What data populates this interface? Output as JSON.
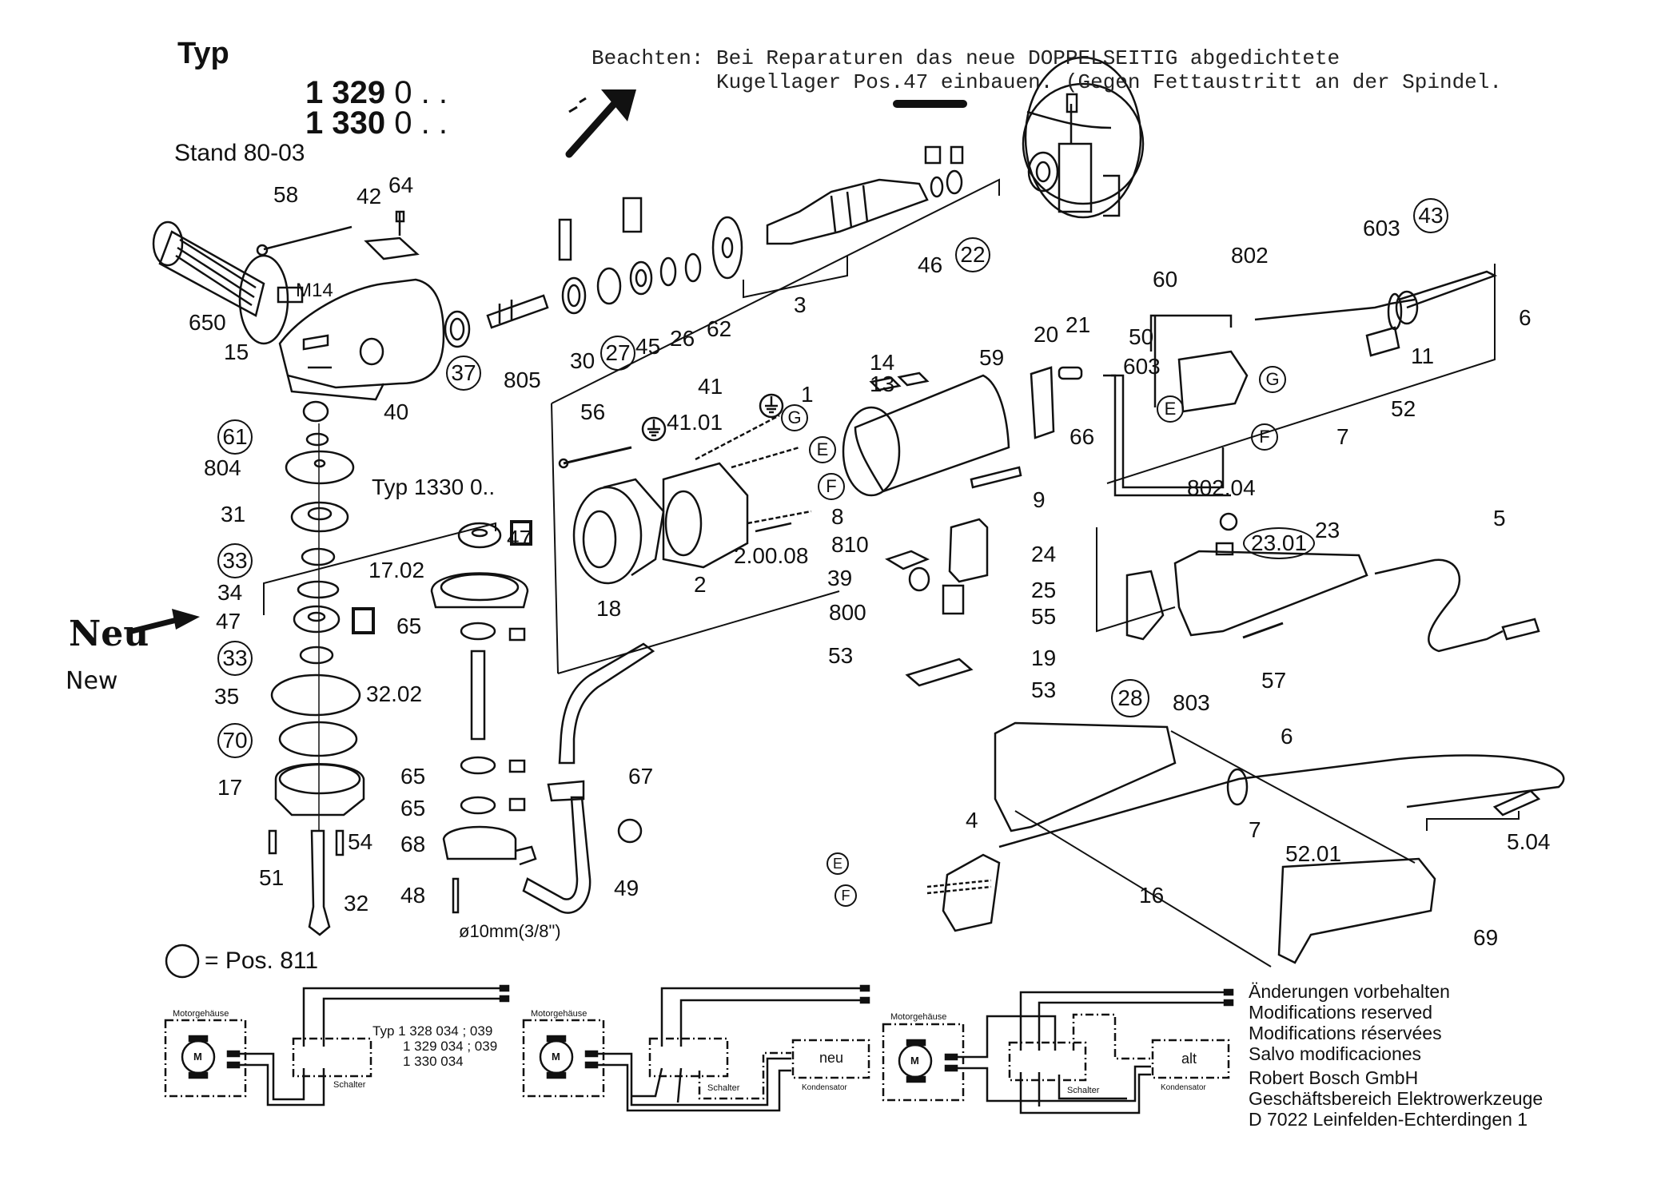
{
  "header": {
    "typ_label": "Typ",
    "type_numbers": [
      {
        "bold": "1 329",
        "rest": "0 . ."
      },
      {
        "bold": "1 330",
        "rest": "0 . ."
      }
    ],
    "stand": "Stand 80-03"
  },
  "note": {
    "line1": "Beachten: Bei Reparaturen das neue DOPPELSEITIG abgedichtete",
    "line2": "          Kugellager Pos.47 einbauen. (Gegen Fettaustritt an der Spindel."
  },
  "handwritten": {
    "neu": "Neu",
    "new": "New"
  },
  "sub_type_label": "Typ  1330 0..",
  "legend": {
    "symbol": "circle",
    "text": "= Pos. 811"
  },
  "hose_note": "ø10mm(3/8\")",
  "thread_label": "M14",
  "parts": [
    {
      "id": "58"
    },
    {
      "id": "42"
    },
    {
      "id": "64"
    },
    {
      "id": "650"
    },
    {
      "id": "15"
    },
    {
      "id": "37",
      "circled": true
    },
    {
      "id": "805"
    },
    {
      "id": "30"
    },
    {
      "id": "27",
      "circled": true
    },
    {
      "id": "45"
    },
    {
      "id": "26"
    },
    {
      "id": "62"
    },
    {
      "id": "3"
    },
    {
      "id": "46"
    },
    {
      "id": "22",
      "circled": true
    },
    {
      "id": "40"
    },
    {
      "id": "61",
      "circled": true
    },
    {
      "id": "804"
    },
    {
      "id": "31"
    },
    {
      "id": "33",
      "circled": true
    },
    {
      "id": "34"
    },
    {
      "id": "47"
    },
    {
      "id": "35"
    },
    {
      "id": "70",
      "circled": true
    },
    {
      "id": "17"
    },
    {
      "id": "51"
    },
    {
      "id": "54"
    },
    {
      "id": "32"
    },
    {
      "id": "17.02"
    },
    {
      "id": "65"
    },
    {
      "id": "32.02"
    },
    {
      "id": "68"
    },
    {
      "id": "48"
    },
    {
      "id": "67"
    },
    {
      "id": "49"
    },
    {
      "id": "56"
    },
    {
      "id": "41"
    },
    {
      "id": "41.01"
    },
    {
      "id": "18"
    },
    {
      "id": "2"
    },
    {
      "id": "2.00.08"
    },
    {
      "id": "1"
    },
    {
      "id": "13"
    },
    {
      "id": "14"
    },
    {
      "id": "59"
    },
    {
      "id": "9"
    },
    {
      "id": "8"
    },
    {
      "id": "810"
    },
    {
      "id": "24"
    },
    {
      "id": "39"
    },
    {
      "id": "25"
    },
    {
      "id": "800"
    },
    {
      "id": "55"
    },
    {
      "id": "53"
    },
    {
      "id": "19"
    },
    {
      "id": "20"
    },
    {
      "id": "21"
    },
    {
      "id": "66"
    },
    {
      "id": "603"
    },
    {
      "id": "50"
    },
    {
      "id": "60"
    },
    {
      "id": "802"
    },
    {
      "id": "43",
      "circled": true
    },
    {
      "id": "6"
    },
    {
      "id": "11"
    },
    {
      "id": "52"
    },
    {
      "id": "7"
    },
    {
      "id": "802.04"
    },
    {
      "id": "23"
    },
    {
      "id": "23.01",
      "circled": true
    },
    {
      "id": "5"
    },
    {
      "id": "28",
      "circled": true
    },
    {
      "id": "803"
    },
    {
      "id": "57"
    },
    {
      "id": "4"
    },
    {
      "id": "16"
    },
    {
      "id": "52.01"
    },
    {
      "id": "5.04"
    },
    {
      "id": "69"
    }
  ],
  "connectors": [
    "G",
    "E",
    "F"
  ],
  "labels": {
    "p58": "58",
    "p42": "42",
    "p64": "64",
    "p650": "650",
    "p15": "15",
    "p37": "37",
    "p805": "805",
    "p30": "30",
    "p27": "27",
    "p45": "45",
    "p26": "26",
    "p62": "62",
    "p3": "3",
    "p46": "46",
    "p22": "22",
    "p40": "40",
    "p61": "61",
    "p804": "804",
    "p31": "31",
    "p33": "33",
    "p34": "34",
    "p47": "47",
    "p35": "35",
    "p70": "70",
    "p17": "17",
    "p51": "51",
    "p54": "54",
    "p32": "32",
    "p1702": "17.02",
    "p65": "65",
    "p3202": "32.02",
    "p68": "68",
    "p48": "48",
    "p67": "67",
    "p49": "49",
    "p56": "56",
    "p41": "41",
    "p4101": "41.01",
    "p18": "18",
    "p2": "2",
    "p20008": "2.00.08",
    "p1": "1",
    "p13": "13",
    "p14": "14",
    "p59": "59",
    "p9": "9",
    "p8": "8",
    "p810": "810",
    "p24": "24",
    "p39": "39",
    "p25": "25",
    "p800": "800",
    "p55": "55",
    "p53": "53",
    "p19": "19",
    "p20": "20",
    "p21": "21",
    "p66": "66",
    "p603": "603",
    "p50": "50",
    "p60": "60",
    "p802": "802",
    "p43": "43",
    "p6": "6",
    "p11": "11",
    "p52": "52",
    "p7": "7",
    "p80204": "802.04",
    "p23": "23",
    "p2301": "23.01",
    "p5": "5",
    "p28": "28",
    "p803": "803",
    "p57": "57",
    "p4": "4",
    "p16": "16",
    "p5201": "52.01",
    "p504": "5.04",
    "p69": "69",
    "cG": "G",
    "cE": "E",
    "cF": "F"
  },
  "wiring": {
    "motor_housing": "Motorgehäuse",
    "motor_symbol": "M",
    "switch": "Schalter",
    "capacitor": "Kondensator",
    "diagram1_types": [
      "Typ 1 328 034 ; 039",
      "1 329 034 ; 039",
      "1 330 034"
    ],
    "diagram2_capacitor_label": "neu",
    "diagram3_capacitor_label": "alt"
  },
  "footer": {
    "lines": [
      "Änderungen vorbehalten",
      "Modifications reserved",
      "Modifications réservées",
      "Salvo modificaciones",
      "Robert Bosch GmbH",
      "Geschäftsbereich Elektrowerkzeuge",
      "D 7022 Leinfelden-Echterdingen 1"
    ]
  }
}
